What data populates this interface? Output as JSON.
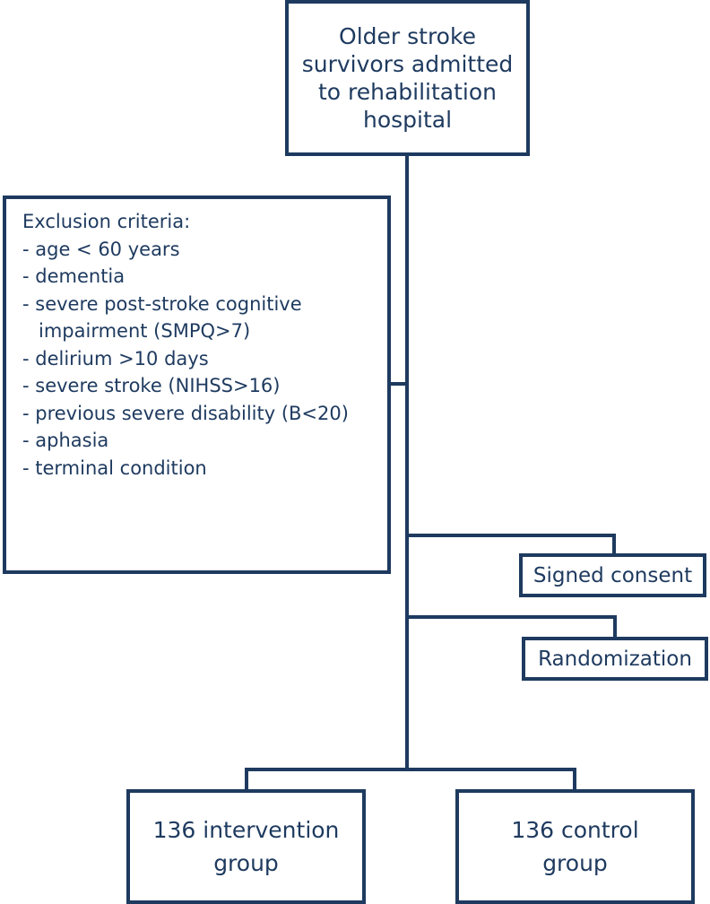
{
  "diagram": {
    "top_box": {
      "lines": [
        "Older stroke",
        "survivors admitted",
        "to rehabilitation",
        "hospital"
      ]
    },
    "exclusion": {
      "title": "Exclusion criteria:",
      "items": [
        "- age < 60 years",
        "- dementia",
        "- severe post-stroke cognitive",
        "impairment (SMPQ>7)",
        "- delirium >10 days",
        "- severe stroke (NIHSS>16)",
        "- previous severe disability (B<20)",
        "- aphasia",
        "- terminal condition"
      ]
    },
    "consent": "Signed consent",
    "randomization": "Randomization",
    "intervention": {
      "lines": [
        "136 intervention",
        "group"
      ]
    },
    "control": {
      "lines": [
        "136 control",
        "group"
      ]
    }
  }
}
